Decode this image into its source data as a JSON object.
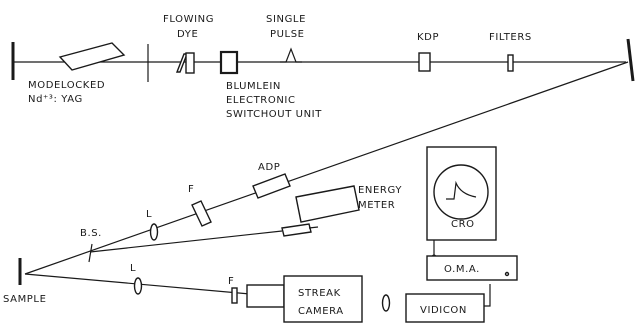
{
  "labels": {
    "modelocked_line1": "MODELOCKED",
    "modelocked_line2": "Nd⁺³: YAG",
    "flowing": "FLOWING",
    "dye": "DYE",
    "single": "SINGLE",
    "pulse": "PULSE",
    "kdp": "KDP",
    "filters": "FILTERS",
    "blumlein_line1": "BLUMLEIN",
    "blumlein_line2": "ELECTRONIC",
    "blumlein_line3": "SWITCHOUT UNIT",
    "adp": "ADP",
    "energy_line1": "ENERGY",
    "energy_line2": "METER",
    "cro": "CRO",
    "oma": "O.M.A.",
    "bs": "B.S.",
    "lens_upper": "L",
    "lens_lower": "L",
    "filter_upper": "F",
    "filter_lower": "F",
    "sample": "SAMPLE",
    "streak_line1": "STREAK",
    "streak_line2": "CAMERA",
    "vidicon": "VIDICON"
  }
}
